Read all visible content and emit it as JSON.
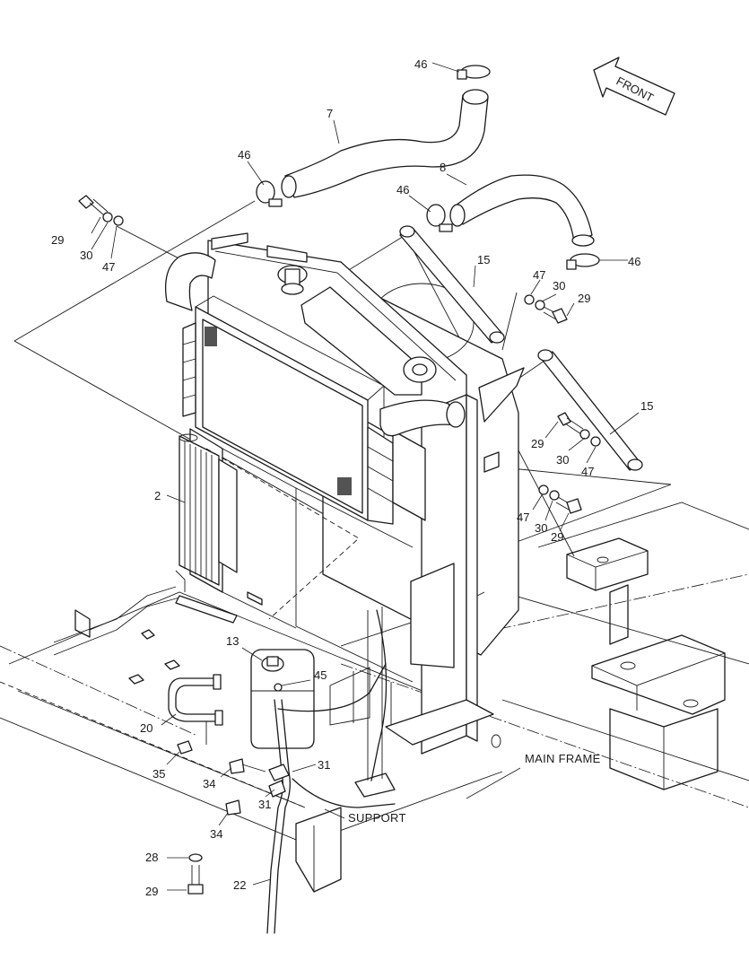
{
  "callouts": {
    "c46a": "46",
    "c7": "7",
    "c46b": "46",
    "c46c": "46",
    "c8": "8",
    "c46d": "46",
    "c29a": "29",
    "c30a": "30",
    "c47a": "47",
    "c15a": "15",
    "c47b": "47",
    "c30b": "30",
    "c29b": "29",
    "c15b": "15",
    "c29c": "29",
    "c30c": "30",
    "c47c": "47",
    "c47d": "47",
    "c30d": "30",
    "c29d": "29",
    "c2": "2",
    "c13": "13",
    "c45": "45",
    "c20": "20",
    "c35": "35",
    "c34a": "34",
    "c31a": "31",
    "c31b": "31",
    "c34b": "34",
    "c28": "28",
    "c29e": "29",
    "c22": "22"
  },
  "labels": {
    "front": "FRONT",
    "main_frame": "MAIN FRAME",
    "support": "SUPPORT"
  }
}
